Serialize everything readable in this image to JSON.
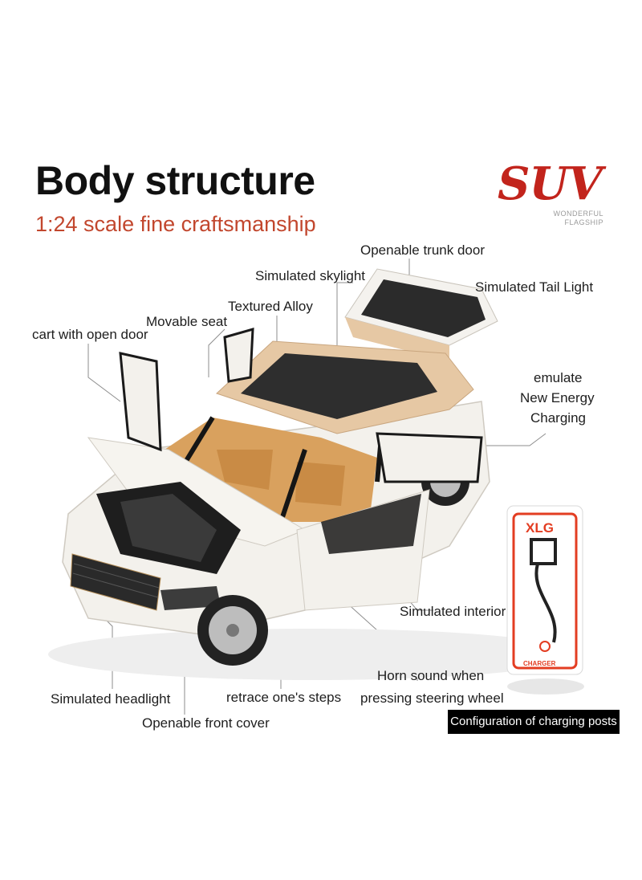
{
  "header": {
    "title": "Body structure",
    "subtitle": "1:24 scale fine craftsmanship"
  },
  "brand": {
    "name": "SUV",
    "tagline_1": "WONDERFUL",
    "tagline_2": "FLAGSHIP"
  },
  "callouts": {
    "trunk_door": "Openable trunk door",
    "skylight": "Simulated skylight",
    "tail_light": "Simulated Tail Light",
    "alloy": "Textured Alloy",
    "seat": "Movable seat",
    "open_door": "cart with open door",
    "emulate": "emulate",
    "new_energy": "New Energy",
    "charging": "Charging",
    "interior": "Simulated interior",
    "horn_1": "Horn sound when",
    "horn_2": "pressing steering wheel",
    "headlight": "Simulated headlight",
    "retrace": "retrace one's steps",
    "front_cover": "Openable front cover"
  },
  "charger": {
    "brand": "XLG",
    "label": "CHARGER",
    "badge": "Configuration of charging posts"
  },
  "colors": {
    "accent_red": "#c2241c",
    "subtitle_orange": "#c2472e",
    "car_body": "#f3f1ec",
    "roof_gold": "#e6c8a4",
    "interior_tan": "#d9a15e"
  }
}
